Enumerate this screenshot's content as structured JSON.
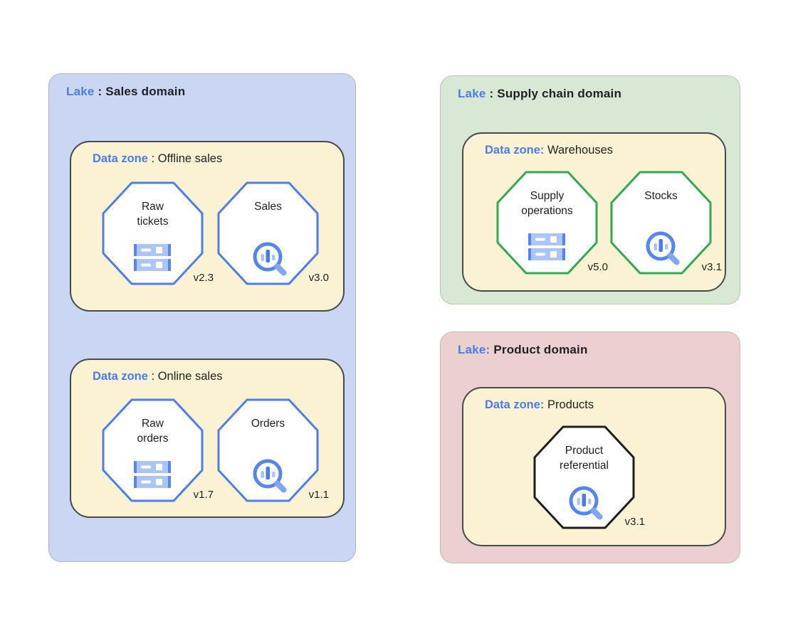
{
  "diagram": {
    "type": "data-lake-domains",
    "background": "#ffffff",
    "zone_background": "#FBF1D3",
    "zone_border_color": "#464A4E",
    "keyword_color": "#4D7CE8",
    "text_color": "#1F2023",
    "icon_colors": {
      "servers_body": "#ABC6F6",
      "servers_edge": "#5586ED",
      "magnifier_ring": "#5586ED",
      "magnifier_handle": "#7FA6F2",
      "bar_dark": "#4A7BE8",
      "bar_light": "#A9C4F5"
    }
  },
  "lakes": [
    {
      "id": "sales",
      "label_prefix": "Lake",
      "separator": " : ",
      "name": "Sales domain",
      "background_color": "#CBD7F2",
      "entity_border_color": "#4D7EE9",
      "zones": [
        {
          "label_prefix": "Data zone",
          "separator": " : ",
          "name": "Offline sales",
          "entities": [
            {
              "label": "Raw\ntickets",
              "version": "v2.3",
              "icon": "storage-servers-icon"
            },
            {
              "label": "Sales",
              "version": "v3.0",
              "icon": "search-analytics-icon"
            }
          ]
        },
        {
          "label_prefix": "Data zone",
          "separator": " : ",
          "name": "Online sales",
          "entities": [
            {
              "label": "Raw\norders",
              "version": "v1.7",
              "icon": "storage-servers-icon"
            },
            {
              "label": "Orders",
              "version": "v1.1",
              "icon": "search-analytics-icon"
            }
          ]
        }
      ]
    },
    {
      "id": "supply-chain",
      "label_prefix": "Lake",
      "separator": " : ",
      "name": "Supply chain domain",
      "background_color": "#D9E8D5",
      "entity_border_color": "#34A853",
      "zones": [
        {
          "label_prefix": "Data zone:",
          "separator": " ",
          "name": "Warehouses",
          "entities": [
            {
              "label": "Supply\noperations",
              "version": "v5.0",
              "icon": "storage-servers-icon"
            },
            {
              "label": "Stocks",
              "version": "v3.1",
              "icon": "search-analytics-icon"
            }
          ]
        }
      ]
    },
    {
      "id": "product",
      "label_prefix": "Lake:",
      "separator": " ",
      "name": "Product domain",
      "background_color": "#EAD0CE",
      "entity_border_color": "#1E1E1E",
      "zones": [
        {
          "label_prefix": "Data zone:",
          "separator": " ",
          "name": "Products",
          "entities": [
            {
              "label": "Product\nreferential",
              "version": "v3.1",
              "icon": "search-analytics-icon"
            }
          ]
        }
      ]
    }
  ]
}
